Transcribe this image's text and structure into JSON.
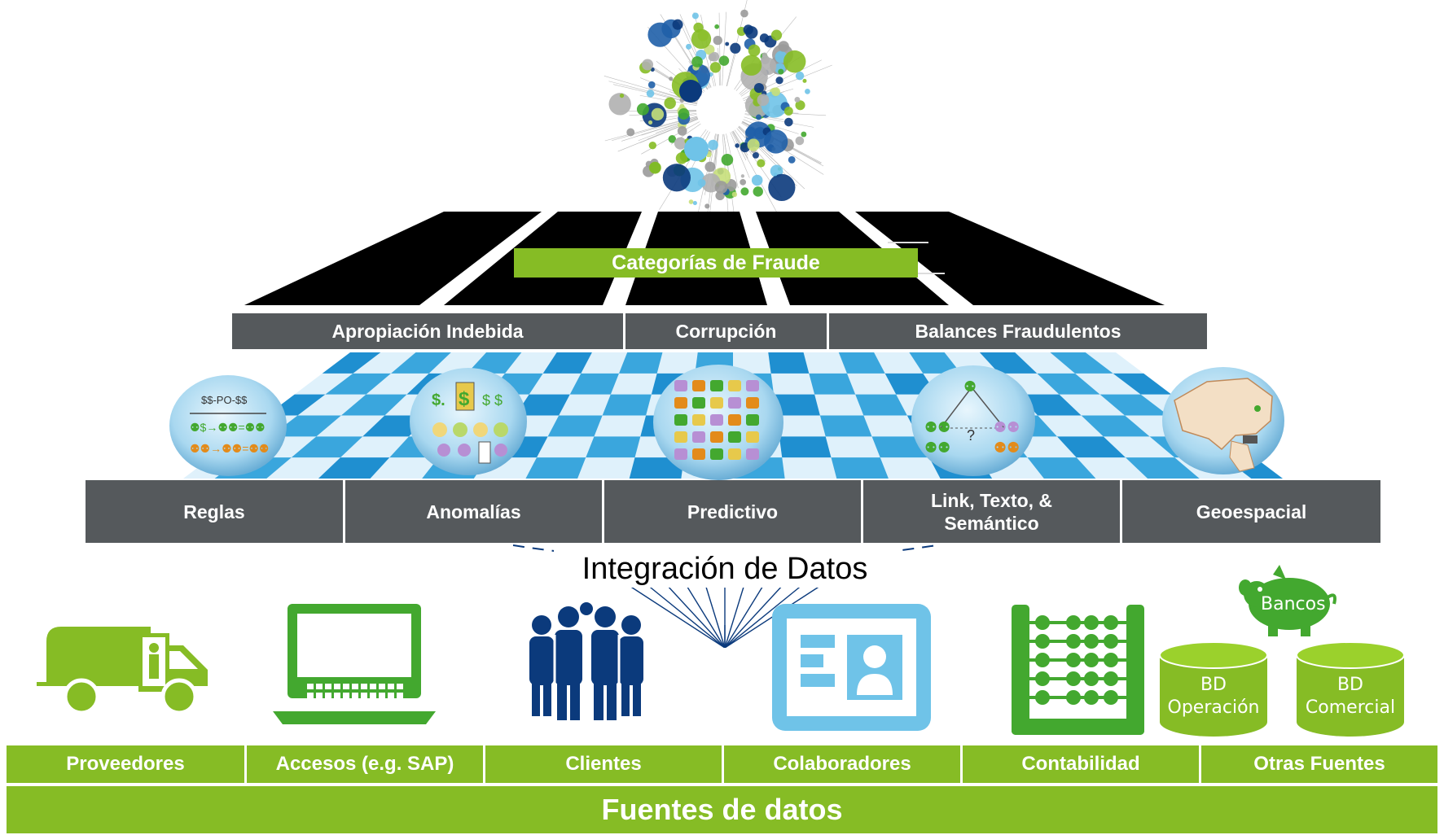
{
  "fraud": {
    "title": "Categorías de Fraude",
    "categories": [
      "Apropiación Indebida",
      "Corrupción",
      "Balances Fraudulentos"
    ]
  },
  "analytics": {
    "methods": [
      "Reglas",
      "Anomalías",
      "Predictivo",
      "Link, Texto, &\nSemántico",
      "Geoespacial"
    ]
  },
  "integration": {
    "label": "Integración de Datos"
  },
  "sources": {
    "items": [
      "Proveedores",
      "Accesos (e.g. SAP)",
      "Clientes",
      "Colaboradores",
      "Contabilidad",
      "Otras Fuentes"
    ],
    "banks_label": "Bancos",
    "db_operacion": [
      "BD",
      "Operación"
    ],
    "db_comercial": [
      "BD",
      "Comercial"
    ],
    "footer": "Fuentes de datos"
  },
  "colors": {
    "green": "#86bc25",
    "dark_green": "#43a82f",
    "gray": "#55595c",
    "navy": "#0b3a7c",
    "light_blue": "#6fc3e8",
    "black": "#000000"
  }
}
